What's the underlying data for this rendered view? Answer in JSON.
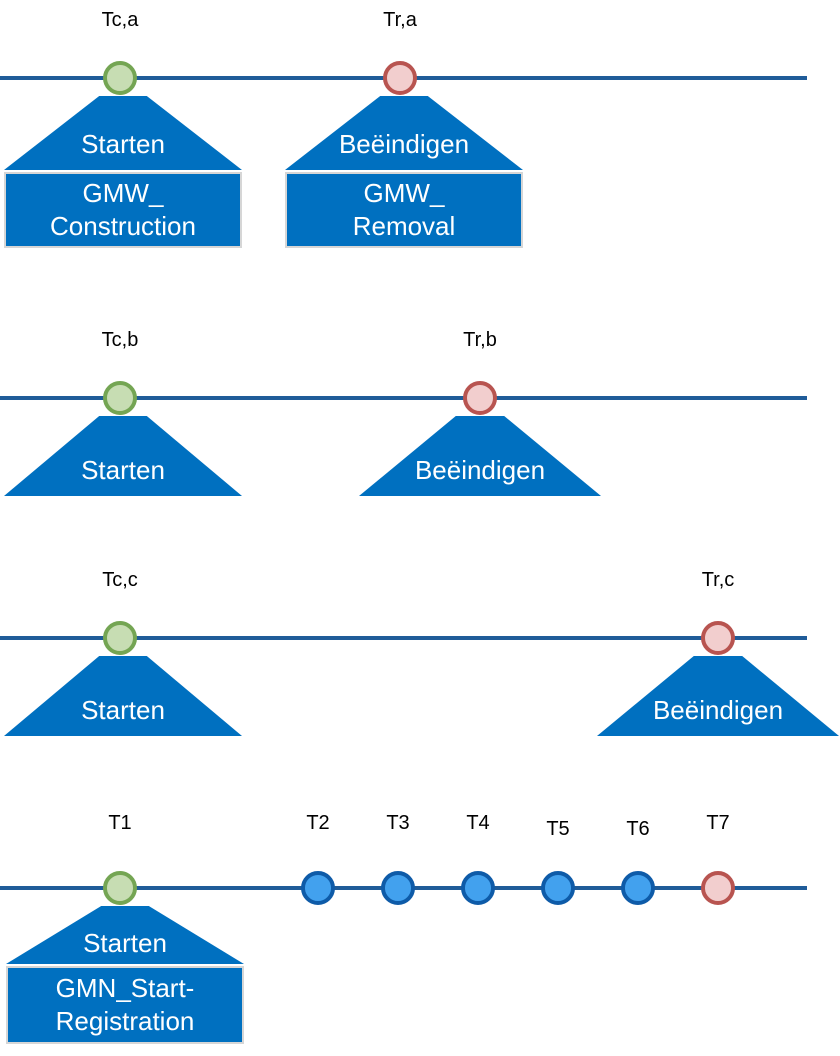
{
  "colors": {
    "timeline_line": "#1f5c99",
    "callout_blue": "#0070c0",
    "callout_text": "#ffffff",
    "green_marker_fill": "#c7ddb3",
    "green_marker_stroke": "#74a553",
    "red_marker_fill": "#f2cece",
    "red_marker_stroke": "#b85450",
    "blue_marker_fill": "#42a1ee",
    "blue_marker_stroke": "#0e5ba8",
    "label_text": "#000000"
  },
  "timelines": [
    {
      "name": "a",
      "events": [
        {
          "label": "Tc,a",
          "marker": "green"
        },
        {
          "label": "Tr,a",
          "marker": "red"
        }
      ],
      "callouts": [
        {
          "header": "Starten",
          "line1": "GMW_",
          "line2": "Construction"
        },
        {
          "header": "Beëindigen",
          "line1": "GMW_",
          "line2": "Removal"
        }
      ]
    },
    {
      "name": "b",
      "events": [
        {
          "label": "Tc,b",
          "marker": "green"
        },
        {
          "label": "Tr,b",
          "marker": "red"
        }
      ],
      "callouts": [
        {
          "header": "Starten"
        },
        {
          "header": "Beëindigen"
        }
      ]
    },
    {
      "name": "c",
      "events": [
        {
          "label": "Tc,c",
          "marker": "green"
        },
        {
          "label": "Tr,c",
          "marker": "red"
        }
      ],
      "callouts": [
        {
          "header": "Starten"
        },
        {
          "header": "Beëindigen"
        }
      ]
    },
    {
      "name": "registration",
      "events": [
        {
          "label": "T1",
          "marker": "green"
        },
        {
          "label": "T2",
          "marker": "blue"
        },
        {
          "label": "T3",
          "marker": "blue"
        },
        {
          "label": "T4",
          "marker": "blue"
        },
        {
          "label": "T5",
          "marker": "blue"
        },
        {
          "label": "T6",
          "marker": "blue"
        },
        {
          "label": "T7",
          "marker": "red"
        }
      ],
      "callouts": [
        {
          "header": "Starten",
          "line1": "GMN_Start-",
          "line2": "Registration"
        }
      ]
    }
  ]
}
